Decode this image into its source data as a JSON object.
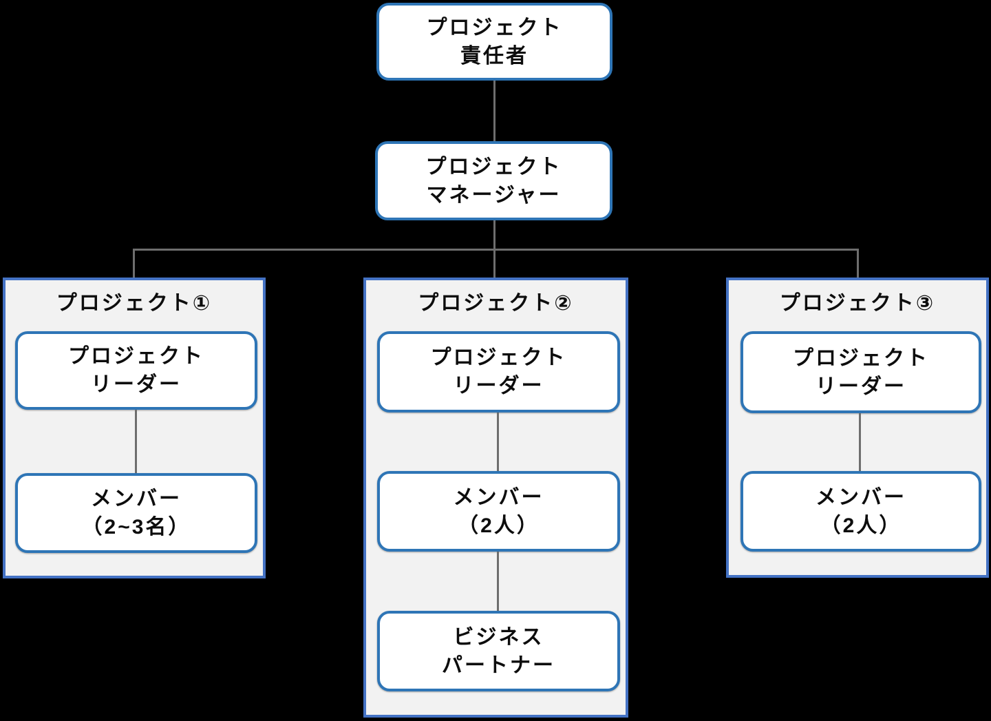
{
  "diagram": {
    "type": "org-chart",
    "background": "#000000",
    "colors": {
      "node_fill": "#FFFFFF",
      "node_border": "#2E75B6",
      "panel_fill": "#F2F2F2",
      "panel_border": "#4472C4",
      "connector": "#6E6E6E",
      "text": "#0D0D0D"
    },
    "root": {
      "label": "プロジェクト\n責任者"
    },
    "manager": {
      "label": "プロジェクト\nマネージャー"
    },
    "groups": [
      {
        "title": "プロジェクト①",
        "nodes": [
          {
            "label": "プロジェクト\nリーダー"
          },
          {
            "label": "メンバー\n（2~3名）"
          }
        ]
      },
      {
        "title": "プロジェクト②",
        "nodes": [
          {
            "label": "プロジェクト\nリーダー"
          },
          {
            "label": "メンバー\n（2人）"
          },
          {
            "label": "ビジネス\nパートナー"
          }
        ]
      },
      {
        "title": "プロジェクト③",
        "nodes": [
          {
            "label": "プロジェクト\nリーダー"
          },
          {
            "label": "メンバー\n（2人）"
          }
        ]
      }
    ]
  }
}
